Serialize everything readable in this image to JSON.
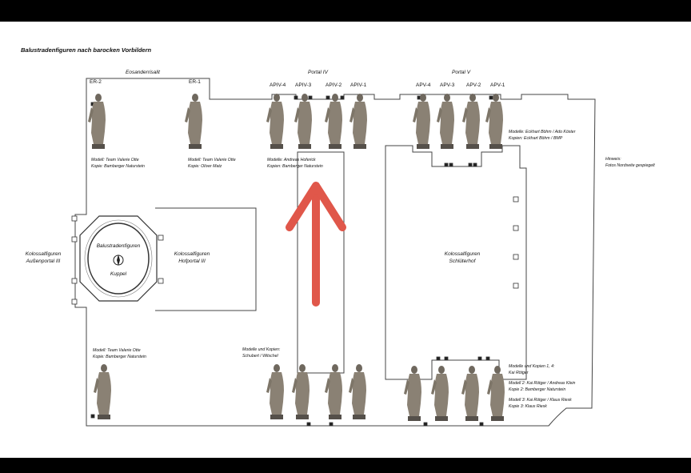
{
  "title": "Balustradenfiguren nach barocken Vorbildern",
  "eosander": "Eosanderrisalit",
  "portal4": "Portal IV",
  "portal5": "Portal V",
  "labels": {
    "er2": "ER-2",
    "er1": "ER-1",
    "apiv4": "APIV-4",
    "apiv3": "APIV-3",
    "apiv2": "APIV-2",
    "apiv1": "APIV-1",
    "apv4": "APV-4",
    "apv3": "APV-3",
    "apv2": "APV-2",
    "apv1": "APV-1"
  },
  "notes": {
    "er2_l1": "Modell: Team Valerie Otte",
    "er2_l2": "Kopie: Bamberger Naturstein",
    "er1_l1": "Modell: Team Valerie Otte",
    "er1_l2": "Kopie: Oliver Matz",
    "p4_l1": "Modelle: Andreas Hoferick",
    "p4_l2": "Kopien: Bamberger Naturstein",
    "p5_l1": "Modelle: Eckhart Böhm / Ado Köster",
    "p5_l2": "Kopien: Eckhart Böhm / BMP",
    "hint_l1": "Hinweis:",
    "hint_l2": "Fotos Nordseite gespiegelt",
    "kol_aussen_l1": "Kolossalfiguren",
    "kol_aussen_l2": "Außenportal III",
    "kol_hof_l1": "Kolossalfiguren",
    "kol_hof_l2": "Hofportal III",
    "kuppel_l1": "Balustradenfiguren",
    "kuppel_l2": "Kuppel",
    "schlueter_l1": "Kolossalfiguren",
    "schlueter_l2": "Schlüterhof",
    "bl_l1": "Modell: Team Valerie Otte",
    "bl_l2": "Kopie: Bamberger Naturstein",
    "mk_l1": "Modelle und Kopien:",
    "mk_l2": "Schubert / Witschel",
    "br_l1": "Modelle und Kopien 1, 4:",
    "br_l2": "Kai Rötger",
    "br_l3": "Modell 2: Kai Rötger / Andreas Klein",
    "br_l4": "Kopie 2: Bamberger Naturstein",
    "br_l5": "Modell 3: Kai Rötger / Klaus Riesk",
    "br_l6": "Kopie 3: Klaus Riesk"
  },
  "colors": {
    "arrow": "#e0574a",
    "line": "#444444",
    "statue": "#8a8174",
    "statue_dark": "#55504a"
  },
  "icons": [
    "statue-figure",
    "compass-icon",
    "red-arrow-up"
  ]
}
